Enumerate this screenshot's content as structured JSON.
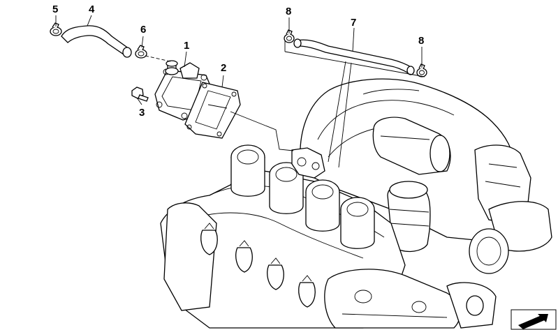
{
  "diagram": {
    "callouts": [
      {
        "id": "c5",
        "label": "5"
      },
      {
        "id": "c4",
        "label": "4"
      },
      {
        "id": "c6",
        "label": "6"
      },
      {
        "id": "c1",
        "label": "1"
      },
      {
        "id": "c2",
        "label": "2"
      },
      {
        "id": "c3",
        "label": "3"
      },
      {
        "id": "c8a",
        "label": "8"
      },
      {
        "id": "c7",
        "label": "7"
      },
      {
        "id": "c8b",
        "label": "8"
      }
    ]
  }
}
